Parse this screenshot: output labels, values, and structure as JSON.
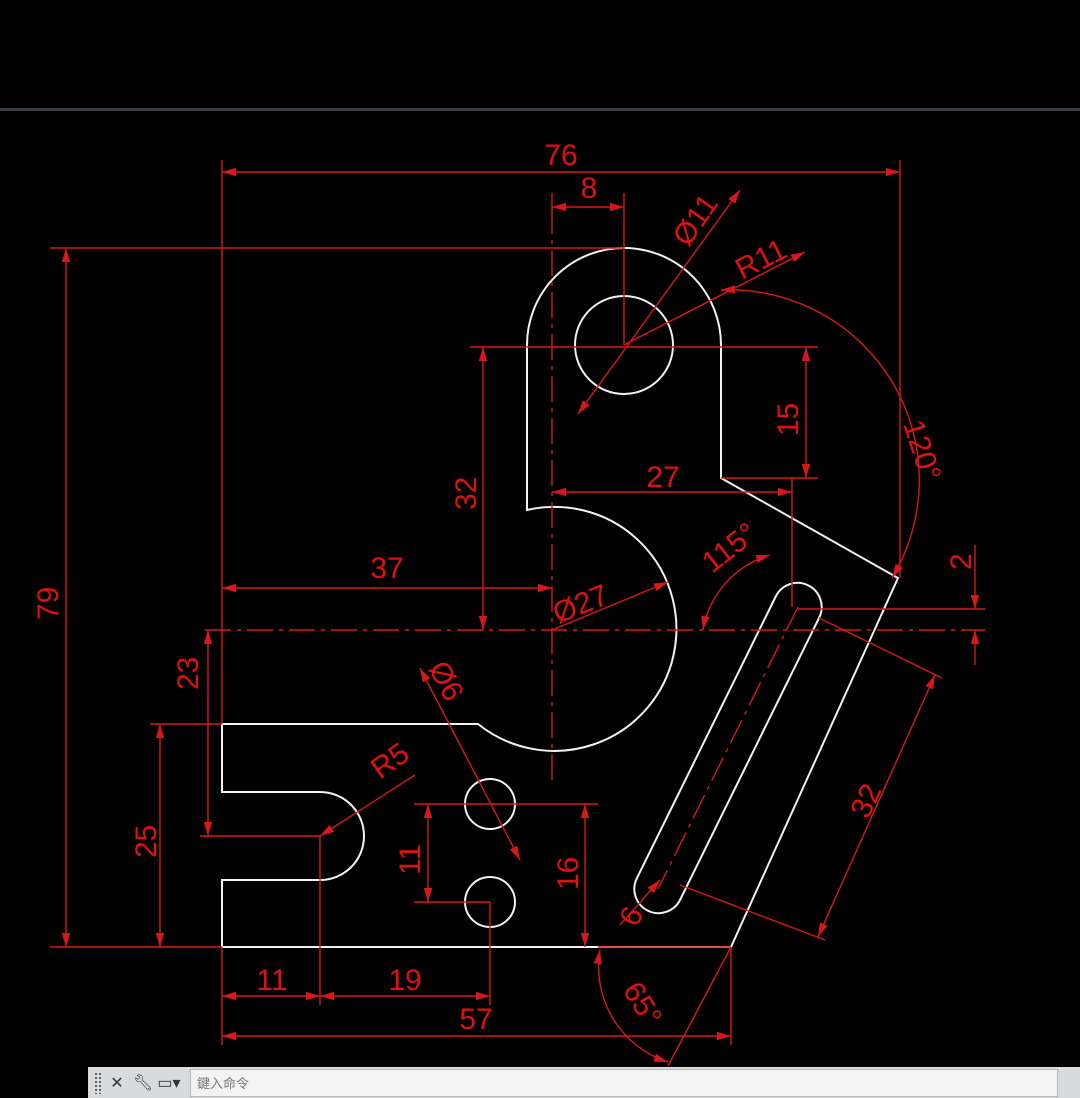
{
  "dimensions": {
    "overall_width": "76",
    "top_offset": "8",
    "hole_diameter": "Ø11",
    "arc_radius": "R11",
    "upper_height": "15",
    "step_width": "27",
    "vertical_32": "32",
    "angle_120": "120°",
    "offset_2": "2",
    "angle_115": "115°",
    "left_37": "37",
    "big_diameter": "Ø27",
    "overall_height": "79",
    "height_23": "23",
    "small_holes_diameter": "Ø6",
    "slot_radius": "R5",
    "slot_height": "25",
    "holes_spacing": "11",
    "height_16": "16",
    "slot_length": "32",
    "slot_width": "6",
    "bottom_11": "11",
    "bottom_19": "19",
    "bottom_57": "57",
    "angle_65": "65°"
  },
  "colors": {
    "geometry": "#f2f2f2",
    "dimensions": "#e01010",
    "background": "#000000",
    "command_bar": "#d9dadc"
  },
  "command_line": {
    "placeholder": "鍵入命令",
    "close_icon": "close-icon",
    "customize_icon": "wrench-icon",
    "history_icon": "command-history-icon"
  }
}
